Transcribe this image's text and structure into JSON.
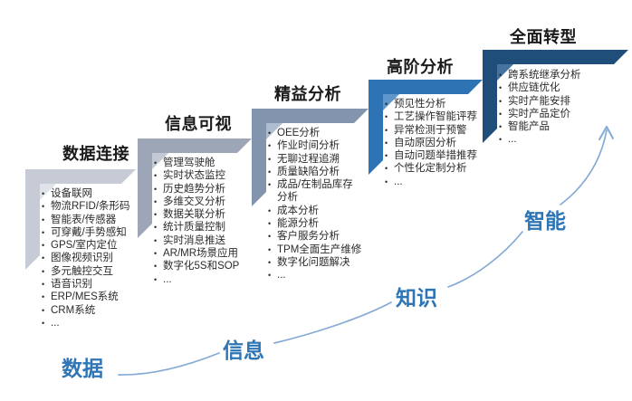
{
  "diagram": {
    "kind": "staircase-maturity-model",
    "bullet": "•",
    "title_color": "#1a1a1a",
    "item_color": "#2b2b2b",
    "label_color": "#2e75b6",
    "curve_color": "#84aad4",
    "steps": [
      {
        "title": "数据连接",
        "band_color": "#c6cbd5",
        "fold_color": "#e0e3e9",
        "items": [
          "设备联网",
          "物流RFID/条形码",
          "智能表/传感器",
          "可穿戴/手势感知",
          "GPS/室内定位",
          "图像视频识别",
          "多元触控交互",
          "语音识别",
          "ERP/MES系统",
          "CRM系统",
          "..."
        ]
      },
      {
        "title": "信息可视",
        "band_color": "#9ca6b7",
        "fold_color": "#c3cad6",
        "items": [
          "管理驾驶舱",
          "实时状态监控",
          "历史趋势分析",
          "多维交叉分析",
          "数据关联分析",
          "统计质量控制",
          "实时消息推送",
          "AR/MR场景应用",
          "数字化5S和SOP",
          "..."
        ]
      },
      {
        "title": "精益分析",
        "band_color": "#8294ae",
        "fold_color": "#aebccf",
        "items": [
          "OEE分析",
          "作业时间分析",
          "无聊过程追溯",
          "质量缺陷分析",
          "成品/在制品库存分析",
          "成本分析",
          "能源分析",
          "客户服务分析",
          "TPM全面生产维修",
          "数字化问题解决",
          "..."
        ]
      },
      {
        "title": "高阶分析",
        "band_color": "#2e74b5",
        "fold_color": "#5d97cb",
        "items": [
          "预见性分析",
          "工艺操作智能评荐",
          "异常检测于预警",
          "自动原因分析",
          "自动问题举措推荐",
          "个性化定制分析",
          "..."
        ]
      },
      {
        "title": "全面转型",
        "band_color": "#1e4e79",
        "fold_color": "#44749f",
        "items": [
          "跨系统继承分析",
          "供应链优化",
          "实时产能安排",
          "实时产品定价",
          "智能产品",
          "..."
        ]
      }
    ],
    "curve_labels": [
      {
        "text": "数据"
      },
      {
        "text": "信息"
      },
      {
        "text": "知识"
      },
      {
        "text": "智能"
      }
    ]
  }
}
